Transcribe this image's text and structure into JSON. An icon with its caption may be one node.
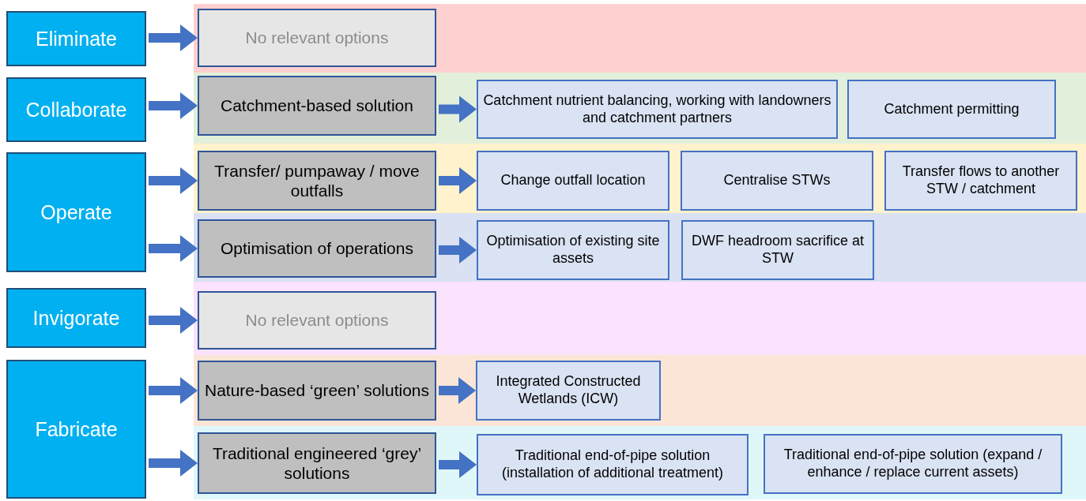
{
  "diagram": {
    "nodes": [
      {
        "text": [
          "Eliminate"
        ]
      },
      {
        "text": [
          "Collaborate"
        ]
      },
      {
        "text": [
          "Operate"
        ]
      },
      {
        "text": [
          "Invigorate"
        ]
      },
      {
        "text": [
          "Fabricate"
        ]
      },
      {
        "text": [],
        "shape": "band"
      },
      {
        "text": [
          "No relevant options"
        ],
        "in": 5
      },
      {
        "text": [],
        "shape": "band"
      },
      {
        "text": [
          "Catchment-based solution"
        ],
        "in": 7
      },
      {
        "text": [
          "Catchment nutrient balancing, working with landowners and catchment partners"
        ],
        "in": 7
      },
      {
        "text": [
          "Catchment permitting"
        ],
        "in": 7
      },
      {
        "text": [],
        "shape": "band"
      },
      {
        "text": [
          "Transfer/ pumpaway / move outfalls"
        ],
        "in": 11
      },
      {
        "text": [
          "Change outfall location"
        ],
        "in": 11
      },
      {
        "text": [
          "Centralise STWs"
        ],
        "in": 11
      },
      {
        "text": [
          "Transfer flows to another STW / catchment"
        ],
        "in": 11
      },
      {
        "text": [],
        "shape": "band"
      },
      {
        "text": [
          "Optimisation of operations"
        ],
        "in": 16
      },
      {
        "text": [
          "Optimisation of existing site assets"
        ],
        "in": 16
      },
      {
        "text": [
          "DWF headroom sacrifice at STW"
        ],
        "in": 16
      },
      {
        "text": [],
        "shape": "band"
      },
      {
        "text": [
          "No relevant options"
        ],
        "in": 20
      },
      {
        "text": [],
        "shape": "band"
      },
      {
        "text": [
          "Nature-based ‘green’ solutions"
        ],
        "in": 22
      },
      {
        "text": [
          "Integrated Constructed Wetlands (ICW)"
        ],
        "in": 22
      },
      {
        "text": [],
        "shape": "band"
      },
      {
        "text": [
          "Traditional engineered ‘grey’ solutions"
        ],
        "in": 25
      },
      {
        "text": [
          "Traditional end-of-pipe solution (installation of additional treatment)"
        ],
        "in": 25
      },
      {
        "text": [
          "Traditional end-of-pipe solution (expand / enhance / replace current assets)"
        ],
        "in": 25
      }
    ],
    "edges": [
      {
        "from": 0,
        "to": 6,
        "arrow": "to"
      },
      {
        "from": 1,
        "to": 8,
        "arrow": "to"
      },
      {
        "from": 2,
        "to": 12,
        "arrow": "to"
      },
      {
        "from": 2,
        "to": 17,
        "arrow": "to"
      },
      {
        "from": 3,
        "to": 21,
        "arrow": "to"
      },
      {
        "from": 4,
        "to": 23,
        "arrow": "to"
      },
      {
        "from": 4,
        "to": 26,
        "arrow": "to"
      },
      {
        "from": 8,
        "to": 9,
        "arrow": "to"
      },
      {
        "from": 12,
        "to": 13,
        "arrow": "to"
      },
      {
        "from": 17,
        "to": 18,
        "arrow": "to"
      },
      {
        "from": 23,
        "to": 24,
        "arrow": "to"
      },
      {
        "from": 26,
        "to": 27,
        "arrow": "to"
      }
    ]
  }
}
